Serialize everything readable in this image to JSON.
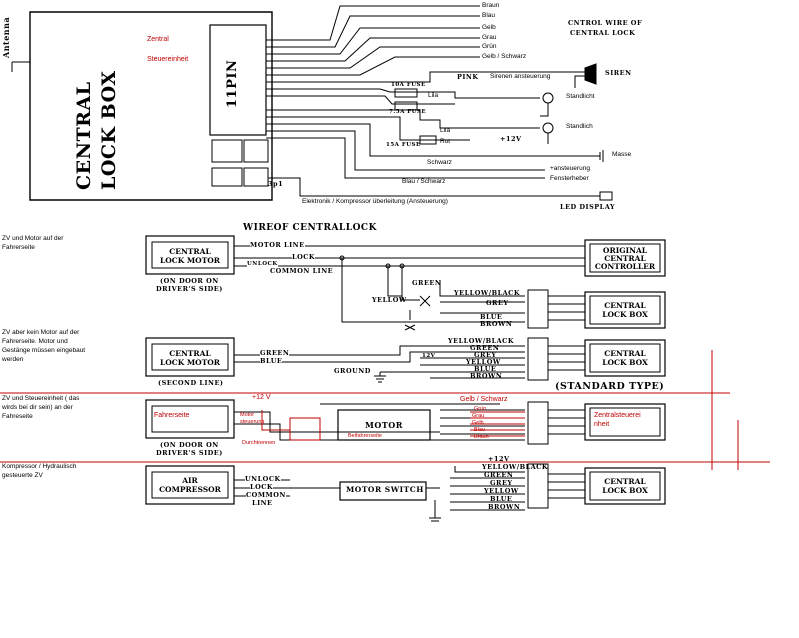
{
  "colors": {
    "ink": "#000000",
    "annotation": "#c00000",
    "background": "#ffffff"
  },
  "top": {
    "antenna": "Antenna",
    "box_line1": "CENTRAL",
    "box_line2": "LOCK BOX",
    "pin": "11PIN",
    "zentral": "Zentral",
    "steuereinheit": "Steuereinheit",
    "wires": [
      "Braun",
      "Blau",
      "Gelb",
      "Grau",
      "Grün",
      "Gelb / Schwarz"
    ],
    "control_wire_1": "CNTROL WIRE OF",
    "control_wire_2": "CENTRAL LOCK",
    "pink": "PINK",
    "sirenen": "Sirenen ansteuerung",
    "siren": "SIREN",
    "fuse10": "10A FUSE",
    "fuse75": "7.5A FUSE",
    "lila1": "Lila",
    "standlicht1": "Standlicht",
    "lila2": "Lila",
    "plus12": "+12V",
    "standlicht2": "Standlich",
    "fuse15": "15A FUSE",
    "rot": "Rot",
    "masse": "Masse",
    "schwarz": "Schwarz",
    "ansteuerung": "+ansteuerung",
    "fensterheber": "Fensterheber",
    "blau_schwarz": "Blau / Schwarz",
    "threep": "3p1",
    "elektronik": "Elektronik / Kompressor überleitung (Ansteuerung)",
    "led": "LED DISPLAY"
  },
  "section1": {
    "note": [
      "ZV und Motor auf der",
      "Fahrerseite"
    ],
    "title": "WIREOF CENTRALLOCK",
    "motor_box": [
      "CENTRAL",
      "LOCK MOTOR"
    ],
    "motor_caption": [
      "(ON DOOR ON",
      "DRIVER'S SIDE)"
    ],
    "motor_line": "MOTOR LINE",
    "lock": "LOCK",
    "unlock": "UNLOCK",
    "common": "COMMON LINE",
    "orig_box": [
      "ORIGINAL",
      "CENTRAL",
      "CONTROLLER"
    ],
    "green": "GREEN",
    "yellow": "YELLOW",
    "yellow_black": "YELLOW/BLACK",
    "grey": "GREY",
    "blue": "BLUE",
    "brown": "BROWN",
    "box": [
      "CENTRAL",
      "LOCK BOX"
    ]
  },
  "section2": {
    "note": [
      "ZV aber kein Motor auf der",
      "Fahrerseite. Motor und",
      "Gestänge müssen eingebaut",
      "werden"
    ],
    "motor_box": [
      "CENTRAL",
      "LOCK MOTOR"
    ],
    "caption": "(SECOND LINE)",
    "green": "GREEN",
    "blue": "BLUE",
    "v12": "12V",
    "ground": "GROUND",
    "wires": [
      "YELLOW/BLACK",
      "GREEN",
      "GREY",
      "YELLOW",
      "BLUE",
      "BROWN"
    ],
    "box": [
      "CENTRAL",
      "LOCK BOX"
    ],
    "standard": "(STANDARD TYPE)"
  },
  "section3": {
    "note": [
      "ZV und Steuereinheit ( das",
      "wirds bei dir sein) an der",
      "Fahreseite"
    ],
    "plus12": "+12 V",
    "fahrerseite": "Fahrerseite",
    "caption": [
      "(ON DOOR ON",
      "DRIVER'S SIDE)"
    ],
    "motor_steuerung": [
      "Motor",
      "steuerung"
    ],
    "durchtrennen": "Durchtrennen",
    "motor": "MOTOR",
    "beifahrerseite": "Beifahrerseite",
    "gelb_schwarz": "Gelb / Schwarz",
    "wires": [
      "Grün",
      "Grau",
      "Gelb",
      "Blau",
      "Braun"
    ],
    "zentral": [
      "Zentralsteuerei",
      "nheit"
    ]
  },
  "section4": {
    "note": [
      "Kompressor / Hydraulisch",
      "gesteuerte ZV"
    ],
    "plus12": "+12V",
    "air_box": [
      "AIR",
      "COMPRESSOR"
    ],
    "unlock": "UNLOCK",
    "lock": "LOCK",
    "common": [
      "COMMON",
      "LINE"
    ],
    "motor_switch": "MOTOR SWITCH",
    "wires": [
      "YELLOW/BLACK",
      "GREEN",
      "GREY",
      "YELLOW",
      "BLUE",
      "BROWN"
    ],
    "box": [
      "CENTRAL",
      "LOCK BOX"
    ]
  }
}
